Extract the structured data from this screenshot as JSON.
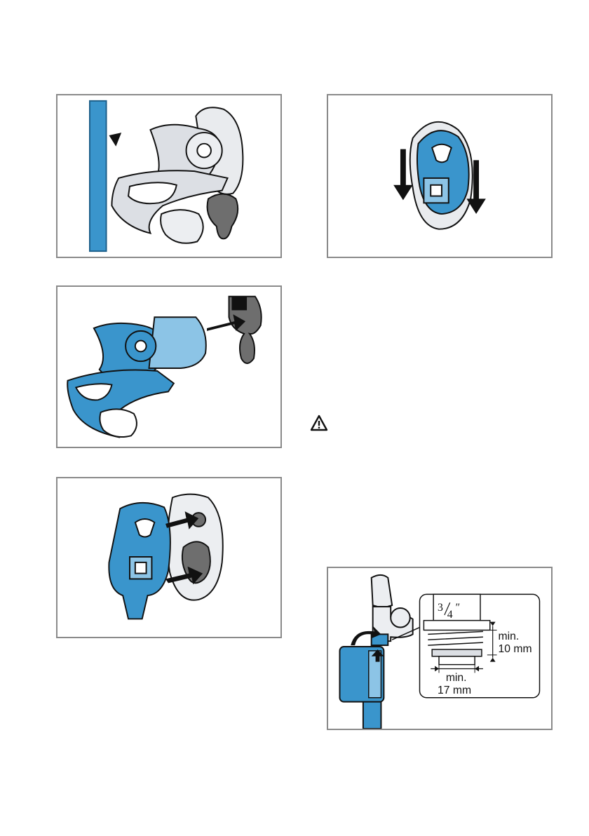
{
  "colors": {
    "blue": "#3a95cc",
    "blue_light": "#8cc4e6",
    "blue_dark": "#1d5f8a",
    "grey_part": "#dcdfe4",
    "grey_dark": "#6e6e6e",
    "frame": "#8a8a8a"
  },
  "panels": [
    {
      "name": "bracket-toward-wall",
      "icons": [
        "arrow-up-left-icon"
      ]
    },
    {
      "name": "bracket-slide-down",
      "icons": [
        "arrow-down-icon",
        "arrow-down-icon"
      ]
    },
    {
      "name": "bracket-into-slot",
      "icons": [
        "arrow-left-icon"
      ]
    },
    {
      "name": "cover-onto-plate",
      "icons": [
        "arrow-right-icon",
        "arrow-right-icon"
      ]
    },
    {
      "name": "tap-connection-detail",
      "icons": [
        "rotate-icon",
        "arrow-up-icon"
      ]
    }
  ],
  "warning": {
    "icon": "warning-triangle-icon"
  },
  "tap_detail": {
    "thread_size": "3/4″",
    "thread_numerator": "3",
    "thread_denominator": "4",
    "thread_unit": "″",
    "min_label_1": "min.",
    "depth_value": "10 mm",
    "min_label_2": "min.",
    "width_value": "17 mm"
  }
}
